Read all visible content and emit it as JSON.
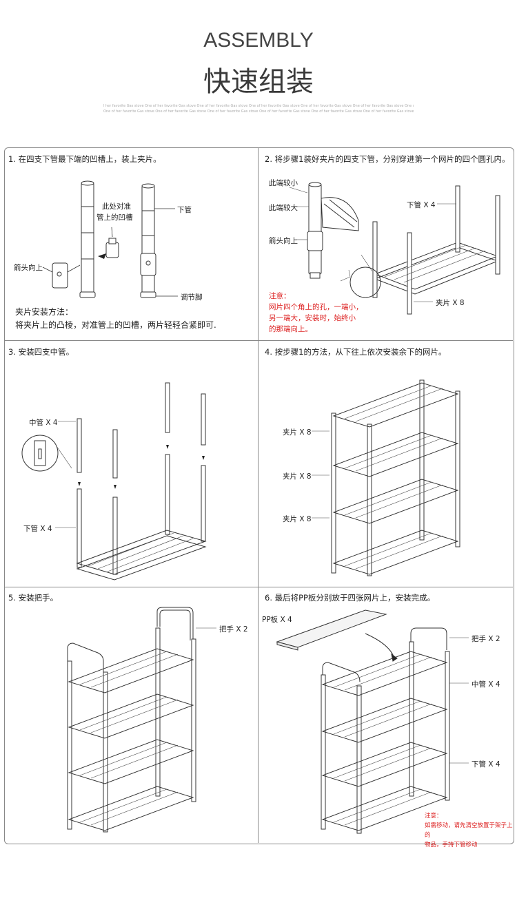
{
  "header": {
    "title_en": "ASSEMBLY",
    "title_cn": "快速组装",
    "tiny_line1": "l her favorite Gas stove One of her favorite Gas stove One of her favorite Gas stove One of her favorite Gas stove One of her favorite Gas stove One of her favorite Gas stove One of her favorite Gas stove One of her favorite Gas stove One of her favo",
    "tiny_line2": "One of her favorite Gas stove One of her favorite Gas stove One of her favorite Gas stove One of her favorite Gas stove One of her favorite Gas stove One of her favorite Gas stove One of her favorite Gas stove"
  },
  "steps": {
    "s1": {
      "title": "1. 在四支下管最下端的凹槽上，装上夹片。",
      "label_here": "此处对准",
      "label_groove": "管上的凹槽",
      "label_lower_tube": "下管",
      "label_arrow_up": "箭头向上",
      "label_foot": "调节脚",
      "method_title": "夹片安装方法：",
      "method_text": "将夹片上的凸棱，对准管上的凹槽，两片轻轻合紧即可."
    },
    "s2": {
      "title": "2. 将步骤1装好夹片的四支下管，分别穿进第一个网片的四个圆孔内。",
      "label_small": "此端较小",
      "label_big": "此端较大",
      "label_arrow_up": "箭头向上",
      "label_tubes": "下管 X 4",
      "label_clips": "夹片 X 8",
      "note_title": "注意：",
      "note_l1": "网片四个角上的孔，一端小，",
      "note_l2": "另一端大，安装时，始终小",
      "note_l3": "的那端向上。"
    },
    "s3": {
      "title": "3. 安装四支中管。",
      "label_mid": "中管 X 4",
      "label_lower": "下管 X 4"
    },
    "s4": {
      "title": "4. 按步骤1的方法，从下往上依次安装余下的网片。",
      "label_clip1": "夹片 X 8",
      "label_clip2": "夹片 X 8",
      "label_clip3": "夹片 X 8"
    },
    "s5": {
      "title": "5. 安装把手。",
      "label_handle": "把手 X 2"
    },
    "s6": {
      "title": "6. 最后将PP板分别放于四张网片上，安装完成。",
      "label_pp": "PP板 X 4",
      "label_handle": "把手 X 2",
      "label_mid": "中管 X 4",
      "label_lower": "下管 X 4",
      "note_title": "注意：",
      "note_l1": "如需移动，请先清空放置于架子上的",
      "note_l2": "物品，手持下管移动"
    }
  }
}
